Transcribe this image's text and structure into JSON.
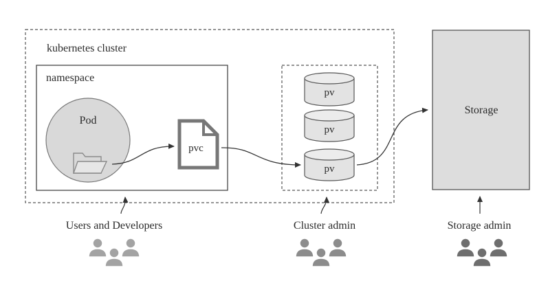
{
  "cluster": {
    "label": "kubernetes cluster"
  },
  "namespace": {
    "label": "namespace"
  },
  "pod": {
    "label": "Pod",
    "icon": "folder-icon"
  },
  "pvc": {
    "label": "pvc",
    "icon": "document-icon"
  },
  "pv_list": [
    {
      "label": "pv"
    },
    {
      "label": "pv"
    },
    {
      "label": "pv"
    }
  ],
  "storage": {
    "label": "Storage"
  },
  "roles": {
    "users_developers": {
      "label": "Users and Developers",
      "icon": "user-group-icon",
      "color": "#a3a3a3"
    },
    "cluster_admin": {
      "label": "Cluster admin",
      "icon": "user-group-icon",
      "color": "#8c8c8c"
    },
    "storage_admin": {
      "label": "Storage admin",
      "icon": "user-group-icon",
      "color": "#6e6e6e"
    }
  },
  "colors": {
    "line": "#4a4a4a",
    "pod_fill": "#d9d9d9",
    "storage_fill": "#dddddd",
    "cylinder_fill": "#e3e3e3"
  }
}
